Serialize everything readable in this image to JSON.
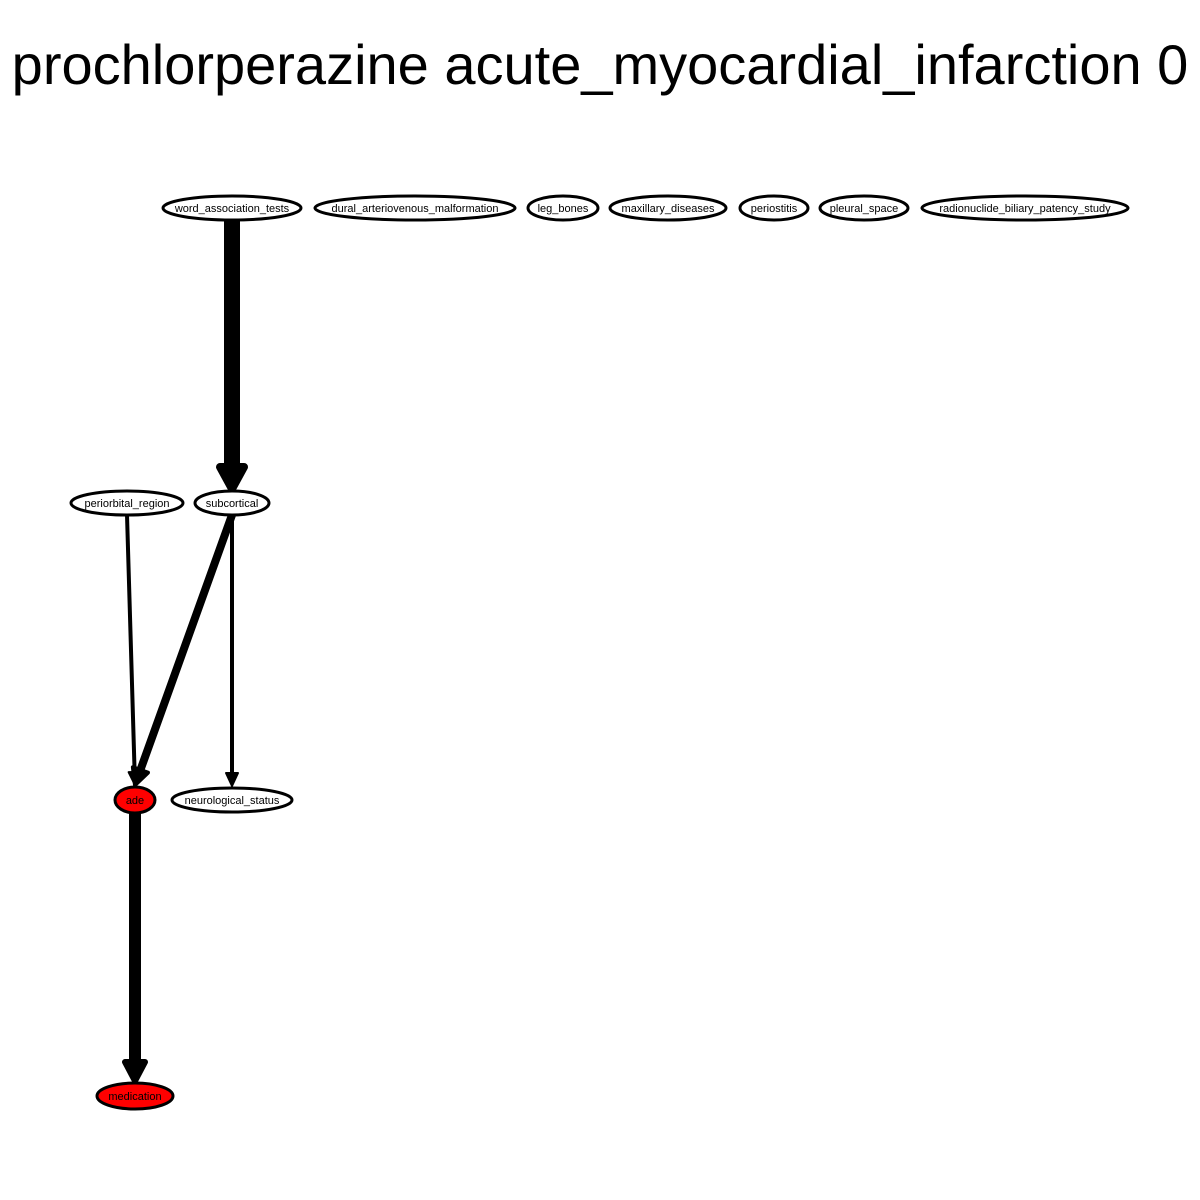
{
  "graph": {
    "title": "prochlorperazine acute_myocardial_infarction 0",
    "nodes": [
      {
        "id": "word_association_tests",
        "label": "word_association_tests",
        "fill": "#ffffff"
      },
      {
        "id": "dural_arteriovenous_malformation",
        "label": "dural_arteriovenous_malformation",
        "fill": "#ffffff"
      },
      {
        "id": "leg_bones",
        "label": "leg_bones",
        "fill": "#ffffff"
      },
      {
        "id": "maxillary_diseases",
        "label": "maxillary_diseases",
        "fill": "#ffffff"
      },
      {
        "id": "periostitis",
        "label": "periostitis",
        "fill": "#ffffff"
      },
      {
        "id": "pleural_space",
        "label": "pleural_space",
        "fill": "#ffffff"
      },
      {
        "id": "radionuclide_biliary_patency_study",
        "label": "radionuclide_biliary_patency_study",
        "fill": "#ffffff"
      },
      {
        "id": "periorbital_region",
        "label": "periorbital_region",
        "fill": "#ffffff"
      },
      {
        "id": "subcortical",
        "label": "subcortical",
        "fill": "#ffffff"
      },
      {
        "id": "ade",
        "label": "ade",
        "fill": "#ff0000"
      },
      {
        "id": "neurological_status",
        "label": "neurological_status",
        "fill": "#ffffff"
      },
      {
        "id": "medication",
        "label": "medication",
        "fill": "#ff0000"
      }
    ],
    "edges": [
      {
        "from": "word_association_tests",
        "to": "subcortical",
        "weight": 8
      },
      {
        "from": "periorbital_region",
        "to": "ade",
        "weight": 2
      },
      {
        "from": "subcortical",
        "to": "ade",
        "weight": 4
      },
      {
        "from": "subcortical",
        "to": "neurological_status",
        "weight": 2
      },
      {
        "from": "ade",
        "to": "medication",
        "weight": 6
      }
    ]
  }
}
